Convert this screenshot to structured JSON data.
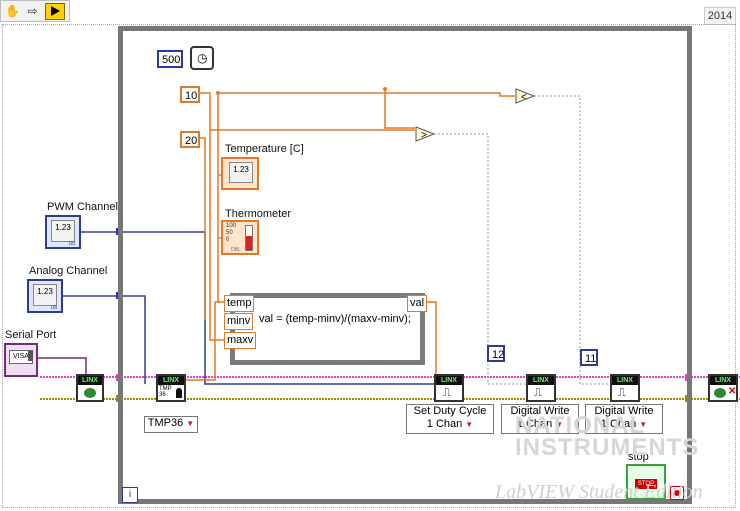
{
  "toolbar": {
    "version": "2014"
  },
  "constants": {
    "wait_ms": "500",
    "max_temp": "10",
    "min_temp": "20",
    "pin_digital_a": "12",
    "pin_digital_b": "11"
  },
  "indicators": {
    "temperature_label": "Temperature [C]",
    "thermometer_label": "Thermometer",
    "numeric_readout": "1.23",
    "gauge_top": "100",
    "gauge_mid": "50",
    "gauge_bottom": "0",
    "dbl_tag": "DBL"
  },
  "controls": {
    "pwm_label": "PWM Channel",
    "analog_label": "Analog Channel",
    "serial_label": "Serial Port",
    "numeric_readout": "1.23",
    "u8_tag": "U8",
    "visa_tag": "VISA"
  },
  "formula": {
    "expression": "val = (temp-minv)/(maxv-minv);",
    "inputs": [
      "temp",
      "minv",
      "maxv"
    ],
    "output": "val"
  },
  "linx": {
    "tag": "LINX",
    "tmp_label": "TMP 36"
  },
  "selectors": {
    "sensor": "TMP36",
    "duty": [
      "Set Duty Cycle",
      "1 Chan"
    ],
    "digital_a": [
      "Digital Write",
      "1 Chan"
    ],
    "digital_b": [
      "Digital Write",
      "1 Chan"
    ]
  },
  "stop": {
    "label": "stop",
    "button": "STOP"
  },
  "loop": {
    "iteration": "i"
  },
  "watermark": {
    "line1": "NATIONAL",
    "line2": "INSTRUMENTS",
    "line3": "LabVIEW Student Edition"
  },
  "colors": {
    "wire_numeric": "#2d3a9a",
    "wire_double": "#e07a2a",
    "wire_linx": "#e53ec2",
    "wire_error": "#9c8a00",
    "loop_border": "#777777"
  }
}
